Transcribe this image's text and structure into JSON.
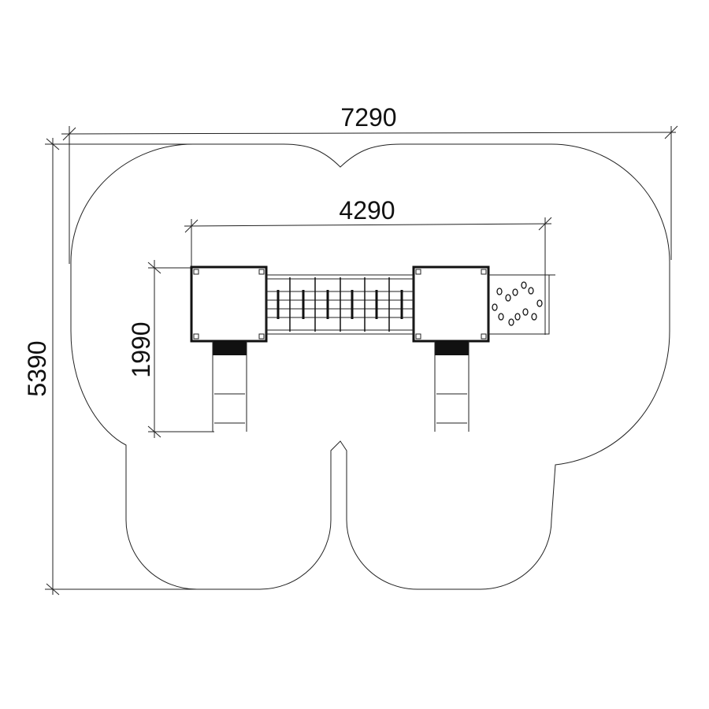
{
  "drawing": {
    "dimensions": {
      "overall_width": "7290",
      "overall_depth": "5390",
      "structure_width": "4290",
      "structure_depth": "1990"
    },
    "colors": {
      "line": "#222222",
      "background": "#ffffff"
    }
  }
}
